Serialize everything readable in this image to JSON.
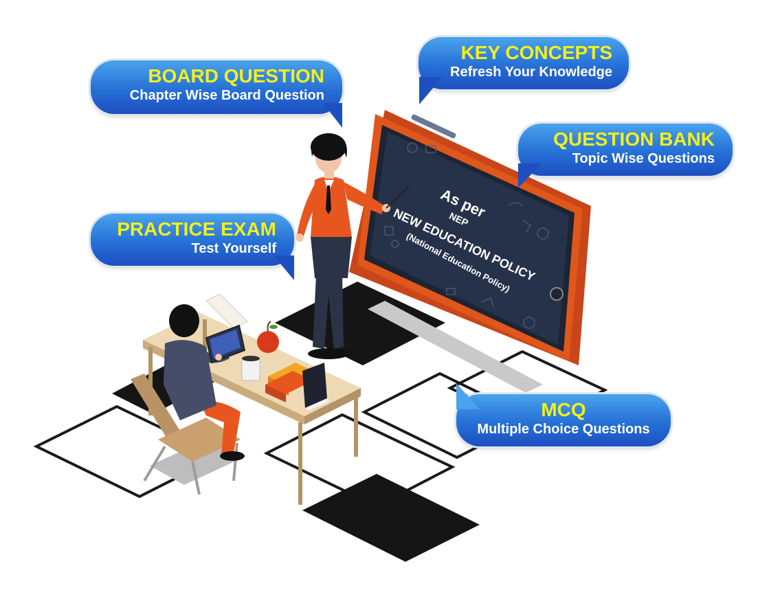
{
  "bubbles": {
    "board": {
      "title": "BOARD QUESTION",
      "subtitle": "Chapter Wise Board Question"
    },
    "key": {
      "title": "KEY CONCEPTS",
      "subtitle": "Refresh Your Knowledge"
    },
    "question_bank": {
      "title": "QUESTION BANK",
      "subtitle": "Topic Wise Questions"
    },
    "practice": {
      "title": "PRACTICE EXAM",
      "subtitle": "Test Yourself"
    },
    "mcq": {
      "title": "MCQ",
      "subtitle": "Multiple Choice Questions"
    }
  },
  "board_screen": {
    "line1": "As per",
    "line2": "NEP",
    "line3": "NEW EDUCATION POLICY",
    "line4": "(National Education Policy)"
  },
  "colors": {
    "bubble_top": "#4aa3ec",
    "bubble_bottom": "#1d4fc0",
    "bubble_title": "#f3ef1c",
    "phone_frame": "#e0571c",
    "screen": "#26324a",
    "shirt": "#e8561f",
    "floor_dark": "#151515"
  }
}
